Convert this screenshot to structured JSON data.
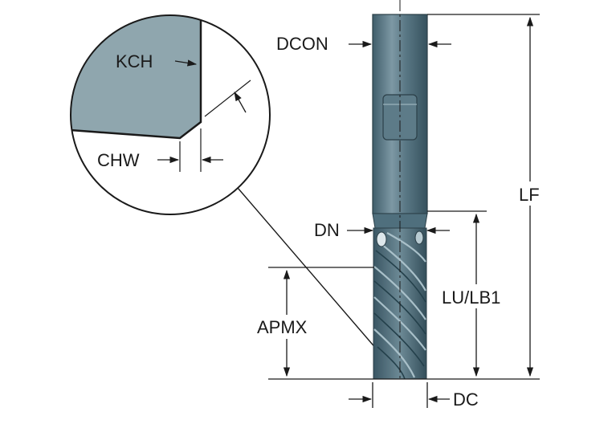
{
  "labels": {
    "kch": "KCH",
    "chw": "CHW",
    "dcon": "DCON",
    "dn": "DN",
    "apmx": "APMX",
    "lu_lb1": "LU/LB1",
    "lf": "LF",
    "dc": "DC"
  },
  "colors": {
    "tool_body": "#4f6f7d",
    "tool_highlight": "#8fa8b3",
    "detail_fill": "#8fa6ae",
    "line": "#1a1a1a",
    "background": "#ffffff"
  }
}
